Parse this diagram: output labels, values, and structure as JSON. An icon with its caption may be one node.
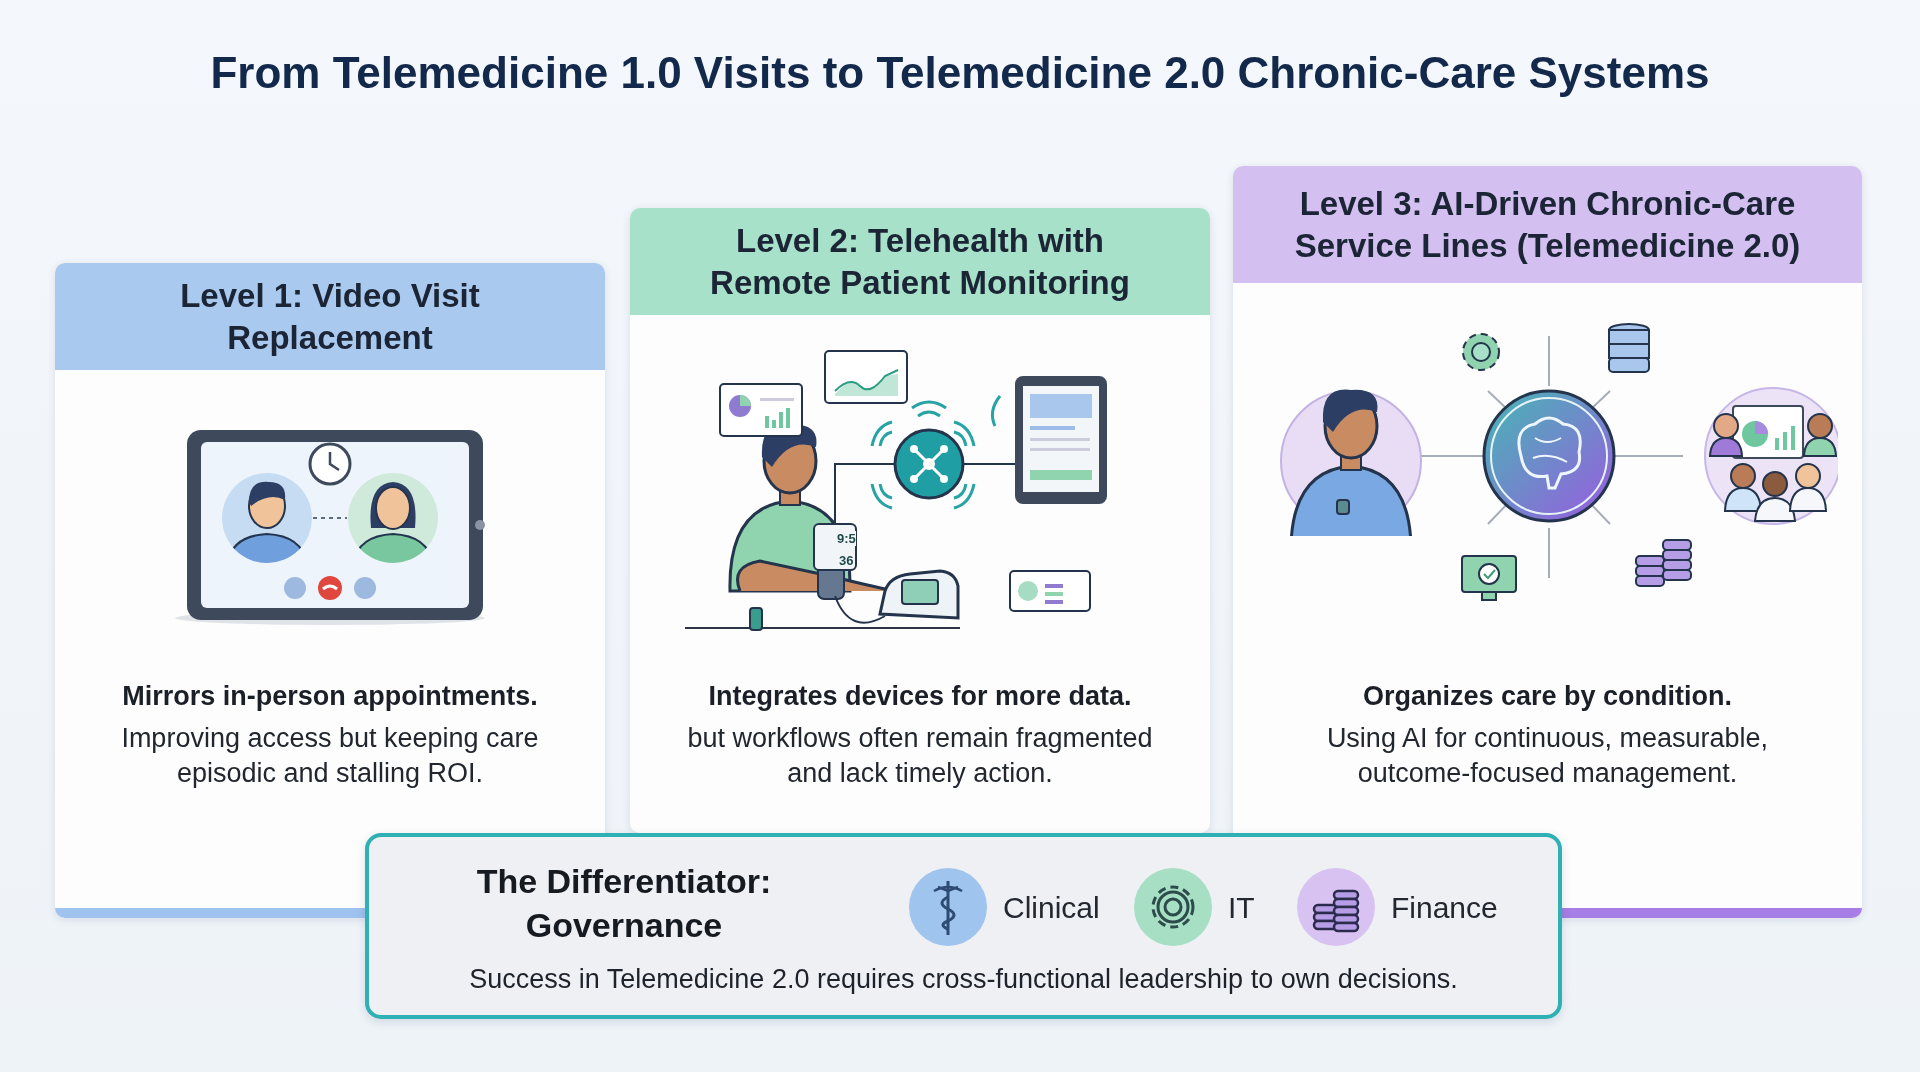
{
  "diagram": {
    "title": "From Telemedicine 1.0 Visits to Telemedicine 2.0 Chronic-Care Systems",
    "nodes": [
      {
        "text": [
          "Level 1: Video Visit Replacement",
          "Mirrors in-person appointments.",
          "Improving access but keeping care episodic and stalling ROI."
        ]
      },
      {
        "text": [
          "Level 2: Telehealth with Remote Patient Monitoring",
          "Integrates devices for more data.",
          "but workflows often remain fragmented and lack timely action."
        ]
      },
      {
        "text": [
          "Level 3: AI-Driven Chronic-Care Service Lines (Telemedicine 2.0)",
          "Organizes care by condition.",
          "Using AI for continuous, measurable, outcome-focused management."
        ]
      },
      {
        "text": [
          "The Differentiator: Governance",
          "Success in Telemedicine 2.0 requires cross-functional leadership to own decisions."
        ]
      }
    ],
    "labels": [
      "Clinical",
      "IT",
      "Finance",
      "9:5",
      "36"
    ]
  }
}
